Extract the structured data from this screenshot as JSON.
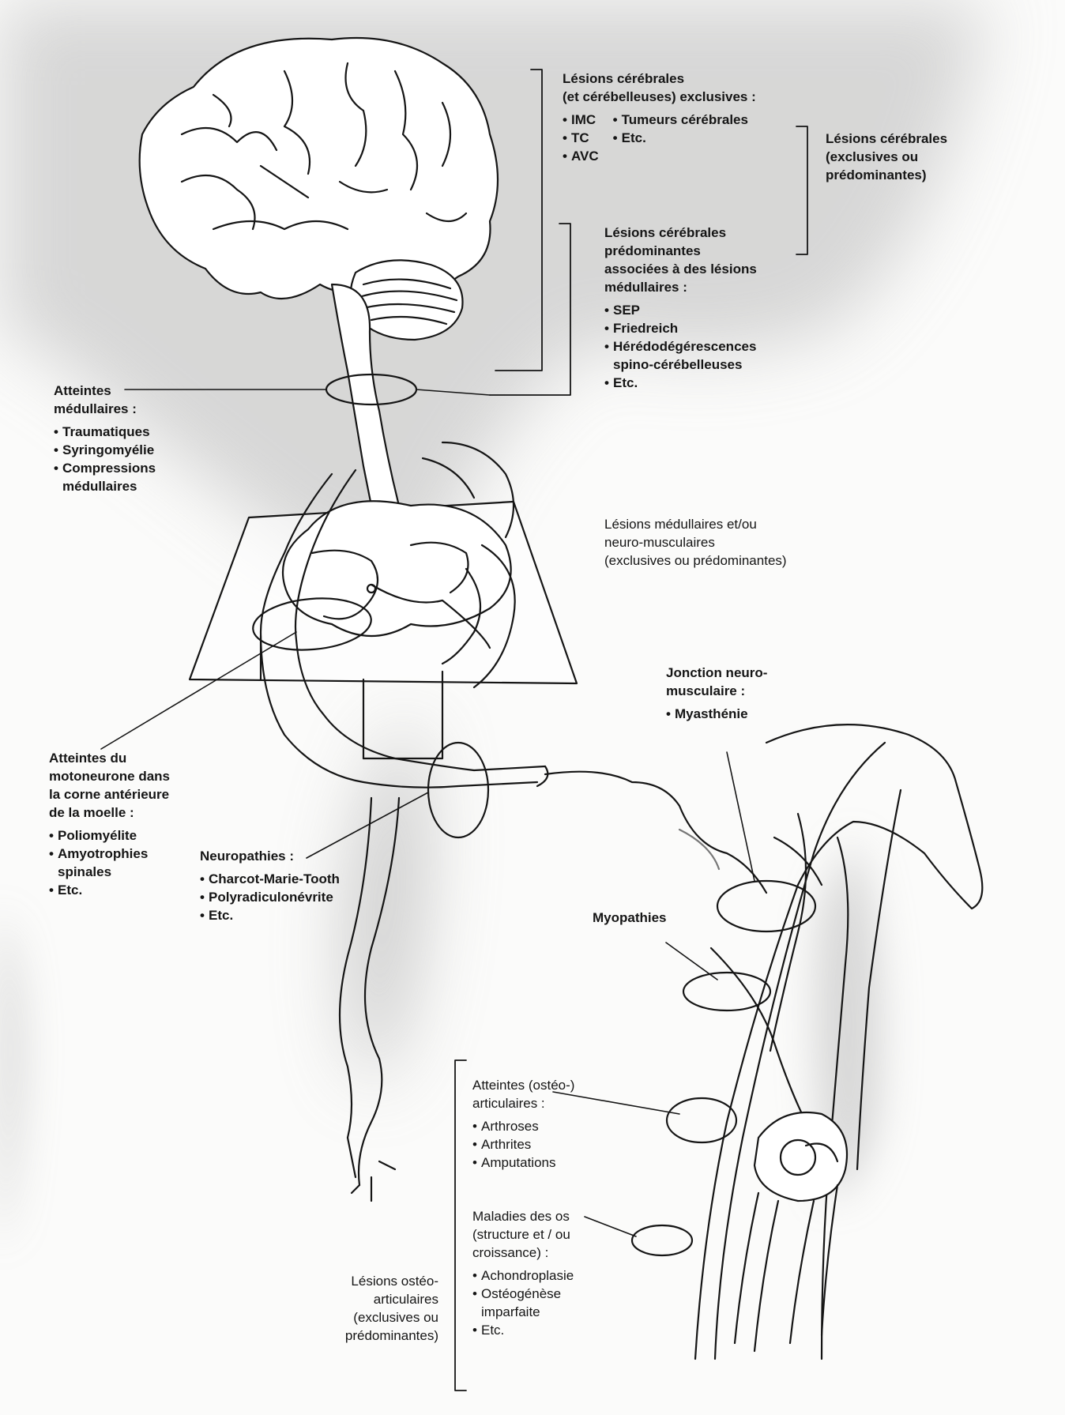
{
  "colors": {
    "ink": "#151515",
    "paper": "#fbfbfa",
    "shading": "#c9c9c9"
  },
  "labels": {
    "cerebral_exclusive": {
      "title": "Lésions cérébrales\n(et cérébelleuses) exclusives :",
      "col1": [
        "IMC",
        "TC",
        "AVC"
      ],
      "col2": [
        "Tumeurs cérébrales",
        "Etc."
      ]
    },
    "cerebral_group": {
      "title": "Lésions cérébrales\n(exclusives ou\nprédominantes)"
    },
    "cerebral_predominant": {
      "title": "Lésions cérébrales\nprédominantes\nassociées à des lésions\nmédullaires :",
      "items": [
        "SEP",
        "Friedreich",
        "Hérédodégérescences\nspino-cérébelleuses",
        "Etc."
      ]
    },
    "spinal": {
      "title": "Atteintes\nmédullaires :",
      "items": [
        "Traumatiques",
        "Syringomyélie",
        "Compressions\nmédullaires"
      ]
    },
    "medullary_neuromuscular": {
      "title": "Lésions médullaires et/ou\nneuro-musculaires\n(exclusives ou prédominantes)"
    },
    "junction": {
      "title": "Jonction neuro-\nmusculaire :",
      "items": [
        "Myasthénie"
      ]
    },
    "motoneuron": {
      "title": "Atteintes du\nmotoneurone dans\nla corne antérieure\nde la moelle :",
      "items": [
        "Poliomyélite",
        "Amyotrophies\nspinales",
        "Etc."
      ]
    },
    "neuropathies": {
      "title": "Neuropathies :",
      "items": [
        "Charcot-Marie-Tooth",
        "Polyradiculonévrite",
        "Etc."
      ]
    },
    "myopathies": {
      "title": "Myopathies"
    },
    "osteoarticular": {
      "title": "Atteintes (ostéo-)\narticulaires :",
      "items": [
        "Arthroses",
        "Arthrites",
        "Amputations"
      ]
    },
    "bone": {
      "title": "Maladies des os\n(structure et / ou\ncroissance) :",
      "items": [
        "Achondroplasie",
        "Ostéogénèse\nimparfaite",
        "Etc."
      ]
    },
    "osteo_group": {
      "title": "Lésions ostéo-\narticulaires\n(exclusives ou\nprédominantes)"
    }
  }
}
